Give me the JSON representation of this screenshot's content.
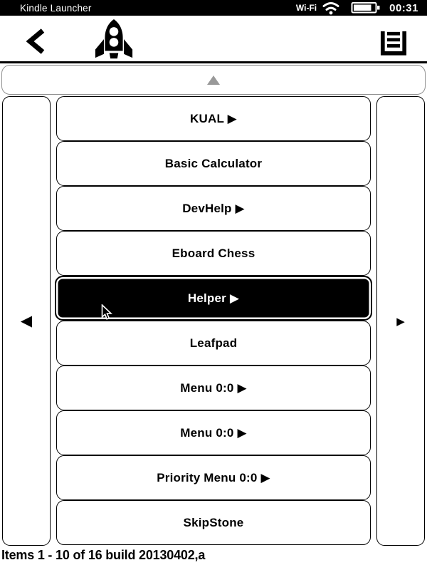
{
  "status_bar": {
    "title": "Kindle Launcher",
    "wifi_label": "Wi-Fi",
    "time": "00:31",
    "battery_level_percent": 80
  },
  "header": {
    "back_icon": "back-chevron",
    "logo_icon": "rocket",
    "menu_icon": "list-menu"
  },
  "pager": {
    "up_arrow": "▲",
    "left_arrow": "◀",
    "right_arrow": "▶"
  },
  "list": {
    "items": [
      {
        "label": "KUAL ▶",
        "selected": false
      },
      {
        "label": "Basic Calculator",
        "selected": false
      },
      {
        "label": "DevHelp ▶",
        "selected": false
      },
      {
        "label": "Eboard Chess",
        "selected": false
      },
      {
        "label": "Helper ▶",
        "selected": true
      },
      {
        "label": "Leafpad",
        "selected": false
      },
      {
        "label": "Menu 0:0 ▶",
        "selected": false
      },
      {
        "label": "Menu 0:0 ▶",
        "selected": false
      },
      {
        "label": "Priority Menu 0:0 ▶",
        "selected": false
      },
      {
        "label": "SkipStone",
        "selected": false
      }
    ]
  },
  "footer": {
    "text": "Items 1 - 10 of 16 build 20130402,a"
  },
  "colors": {
    "foreground": "#000000",
    "background": "#ffffff",
    "muted_gray": "#999999"
  }
}
